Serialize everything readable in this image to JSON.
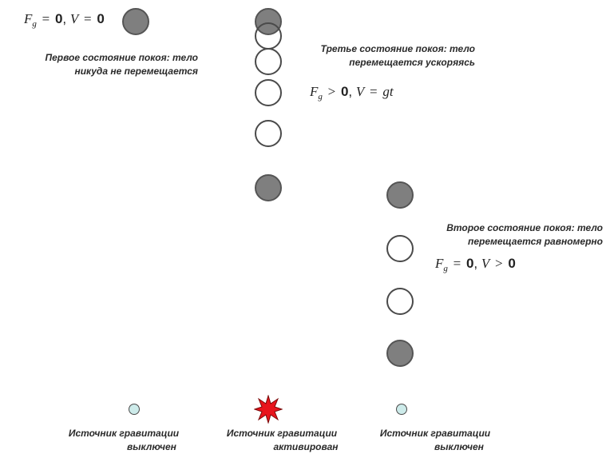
{
  "states": {
    "first": {
      "formula": {
        "f_symbol": "F",
        "f_sub": "g",
        "f_value": "0",
        "v_symbol": "V",
        "v_value": "0"
      },
      "caption_line1": "Первое состояние покоя: тело",
      "caption_line2": "никуда не перемещается"
    },
    "third": {
      "formula": {
        "f_symbol": "F",
        "f_sub": "g",
        "f_value": "0",
        "v_symbol": "V",
        "v_value": "gt"
      },
      "caption_line1": "Третье состояние покоя: тело",
      "caption_line2": "перемещается ускоряясь"
    },
    "second": {
      "formula": {
        "f_symbol": "F",
        "f_sub": "g",
        "f_value": "0",
        "v_symbol": "V",
        "v_value": "0"
      },
      "caption_line1": "Второе состояние покоя: тело",
      "caption_line2": "перемещается равномерно"
    }
  },
  "sources": [
    {
      "line1": "Источник гравитации",
      "line2": "выключен"
    },
    {
      "line1": "Источник гравитации",
      "line2": "активирован"
    },
    {
      "line1": "Источник гравитации",
      "line2": "выключен"
    }
  ],
  "colors": {
    "body_filled": "#7f7f7f",
    "body_empty": "#ffffff",
    "source_off": "#cdebea",
    "source_on": "#e8141c"
  }
}
